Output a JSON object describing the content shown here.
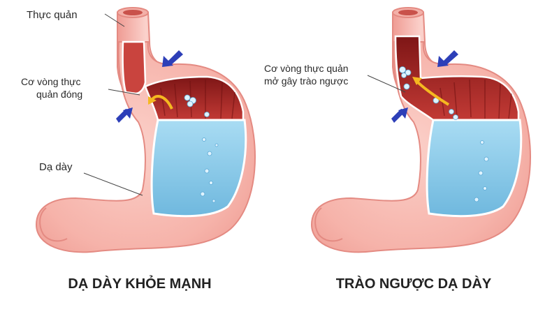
{
  "labels": {
    "esophagus": "Thực quản",
    "sphincter_closed_line1": "Cơ vòng thực",
    "sphincter_closed_line2": "quản đóng",
    "stomach": "Dạ dày",
    "sphincter_open_line1": "Cơ vòng thực quản",
    "sphincter_open_line2": "mở gây trào ngược"
  },
  "captions": {
    "left": "DẠ DÀY KHỎE MẠNH",
    "right": "TRÀO NGƯỢC DẠ DÀY"
  },
  "colors": {
    "stomach_wall": "#f7b6ae",
    "stomach_outline": "#e98f88",
    "inner_lining": "#b22b2b",
    "acid": "#8ccbe8",
    "bubble": "#dff3ff",
    "arrow": "#2d3fb8",
    "reflux_arrow": "#f5b820"
  },
  "icons": {
    "pressure_arrow": "arrow-icon",
    "bubble": "bubble-icon",
    "reflux_arrow": "curved-arrow-icon"
  }
}
